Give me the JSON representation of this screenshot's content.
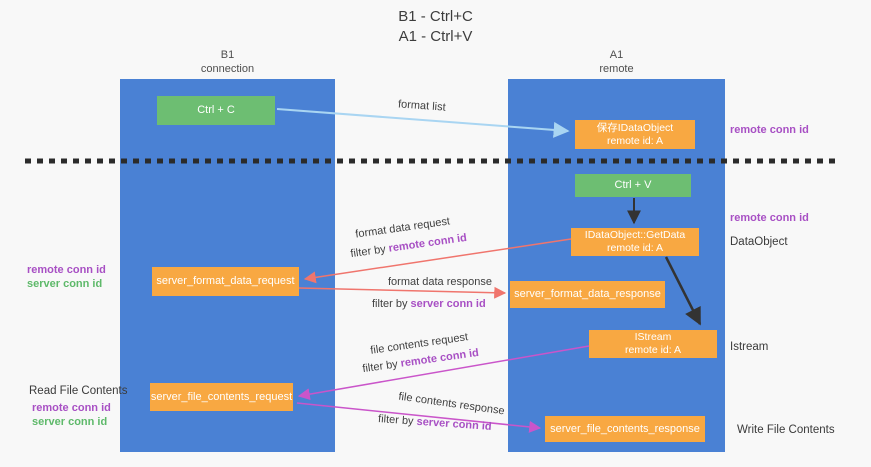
{
  "title": {
    "line1": "B1 - Ctrl+C",
    "line2": "A1 - Ctrl+V"
  },
  "lanes": {
    "left": {
      "name": "B1",
      "role": "connection"
    },
    "right": {
      "name": "A1",
      "role": "remote"
    }
  },
  "nodes": {
    "ctrl_c": {
      "label": "Ctrl + C"
    },
    "ctrl_v": {
      "label": "Ctrl + V"
    },
    "save_dataobject": {
      "line1": "保存IDataObject",
      "line2": "remote id: A"
    },
    "getdata": {
      "line1": "IDataObject::GetData",
      "line2": "remote id: A"
    },
    "istream": {
      "line1": "IStream",
      "line2": "remote id: A"
    },
    "format_request": {
      "label": "server_format_data_request"
    },
    "format_response": {
      "label": "server_format_data_response"
    },
    "file_request": {
      "label": "server_file_contents_request"
    },
    "file_response": {
      "label": "server_file_contents_response"
    }
  },
  "edges": {
    "format_list": {
      "label": "format list"
    },
    "format_data_request": {
      "label": "format data request",
      "filter_prefix": "filter by ",
      "filter_key": "remote conn id"
    },
    "format_data_response": {
      "label": "format data response",
      "filter_prefix": "filter by ",
      "filter_key": "server conn id"
    },
    "file_contents_request": {
      "label": "file contents request",
      "filter_prefix": "filter by ",
      "filter_key": "remote conn id"
    },
    "file_contents_response": {
      "label": "file contents response",
      "filter_prefix": "filter by ",
      "filter_key": "server conn id"
    }
  },
  "annotations": {
    "right_remote_conn_top": "remote conn id",
    "right_remote_conn_mid": "remote conn id",
    "dataobject": "DataObject",
    "istream": "Istream",
    "write_file_contents": "Write File Contents",
    "left_remote_conn_1": "remote conn id",
    "left_server_conn_1": "server conn id",
    "read_file_contents": "Read File Contents",
    "left_remote_conn_2": "remote conn id",
    "left_server_conn_2": "server conn id"
  },
  "colors": {
    "lane_blue": "#4a81d4",
    "node_orange": "#f8a842",
    "node_green": "#6dbe72",
    "arrow_light_blue": "#a9d5f2",
    "arrow_red": "#f0756d",
    "arrow_magenta": "#ca55ca",
    "arrow_black": "#333333",
    "divider_black": "#2b2b2b",
    "text_purple": "#a850c4",
    "text_green": "#5eb96a"
  }
}
